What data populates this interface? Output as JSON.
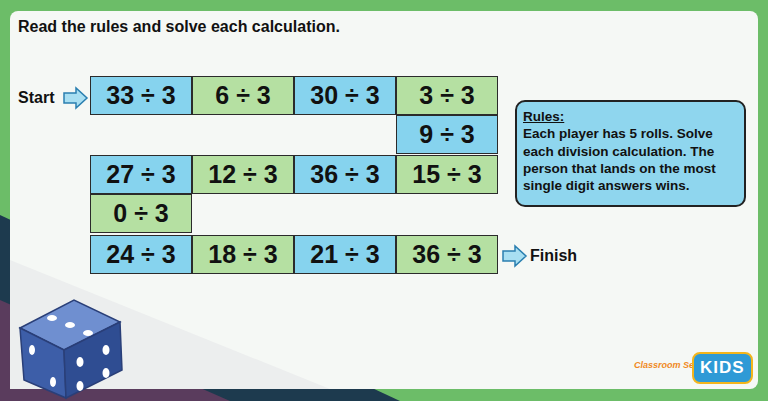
{
  "diagram": {
    "title": "Read the rules and solve each calculation.",
    "nodes": [
      {
        "text": [
          "33 ÷ 3"
        ]
      },
      {
        "text": [
          "6 ÷ 3"
        ]
      },
      {
        "text": [
          "30 ÷ 3"
        ]
      },
      {
        "text": [
          "3 ÷ 3"
        ]
      },
      {
        "text": [
          "9 ÷ 3"
        ]
      },
      {
        "text": [
          "27 ÷ 3"
        ]
      },
      {
        "text": [
          "12 ÷ 3"
        ]
      },
      {
        "text": [
          "36 ÷ 3"
        ]
      },
      {
        "text": [
          "15 ÷ 3"
        ]
      },
      {
        "text": [
          "0 ÷ 3"
        ]
      },
      {
        "text": [
          "24 ÷ 3"
        ]
      },
      {
        "text": [
          "18 ÷ 3"
        ]
      },
      {
        "text": [
          "21 ÷ 3"
        ]
      },
      {
        "text": [
          "36 ÷ 3"
        ]
      },
      {
        "text": [
          "Rules:",
          "Each player has 5 rolls. Solve each division calculation. The person that lands on the most single digit answers wins."
        ]
      }
    ],
    "labels": [
      "Start",
      "Finish",
      "Classroom Secrets",
      "KIDS"
    ]
  }
}
